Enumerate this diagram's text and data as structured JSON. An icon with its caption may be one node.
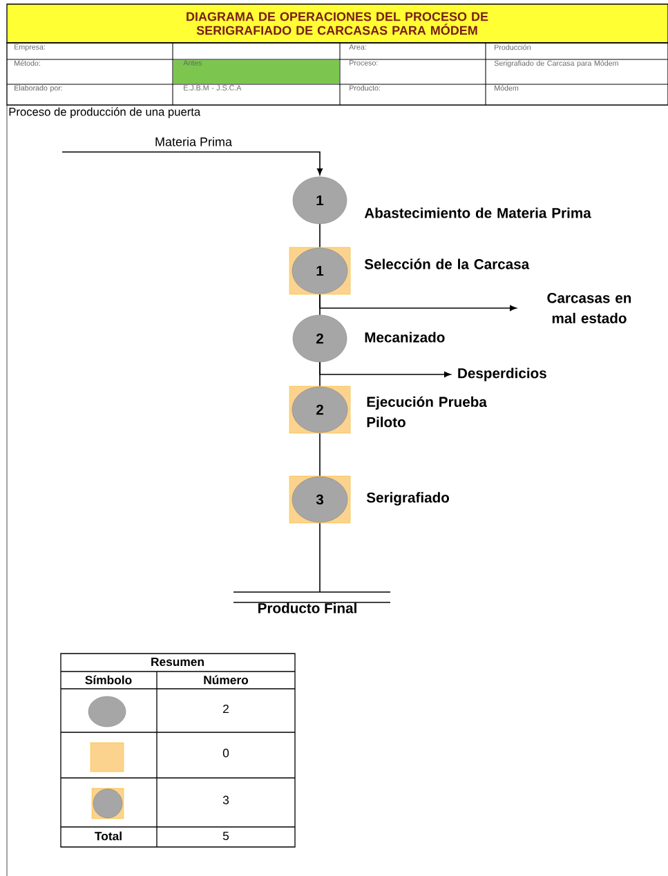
{
  "diagram": {
    "title": "DIAGRAMA DE OPERACIONES DEL PROCESO DE SERIGRAFIADO DE CARCASAS PARA MÓDEM",
    "nodes": [
      {
        "text": [
          "1"
        ],
        "beside": [
          "Abastecimiento de Materia Prima"
        ]
      },
      {
        "text": [
          "1"
        ],
        "beside": [
          "Selección de la Carcasa"
        ]
      },
      {
        "text": [
          "Carcasas en mal estado"
        ]
      },
      {
        "text": [
          "2"
        ],
        "beside": [
          "Mecanizado"
        ]
      },
      {
        "text": [
          "Desperdicios"
        ]
      },
      {
        "text": [
          "2"
        ],
        "beside": [
          "Ejecución Prueba Piloto"
        ]
      },
      {
        "text": [
          "3"
        ],
        "beside": [
          "Serigrafiado"
        ]
      },
      {
        "text": [
          "Producto Final"
        ]
      }
    ],
    "edges": [
      {
        "from": null,
        "to": 0,
        "arrow": "to",
        "label": "Materia Prima"
      },
      {
        "from": 0,
        "to": 1,
        "arrow": "none"
      },
      {
        "from": 1,
        "to": 3,
        "arrow": "none"
      },
      {
        "from": 1,
        "to": 2,
        "arrow": "to"
      },
      {
        "from": 3,
        "to": 5,
        "arrow": "none"
      },
      {
        "from": 3,
        "to": 4,
        "arrow": "to"
      },
      {
        "from": 5,
        "to": 6,
        "arrow": "none"
      },
      {
        "from": 6,
        "to": 7,
        "arrow": "none"
      }
    ],
    "labels": [
      "Empresa:",
      "Area:",
      "Producción",
      "Método:",
      "Antes",
      "Proceso:",
      "Serigrafiado de Carcasa para Módem",
      "Elaborado por:",
      "E.J.B.M - J.S.C.A",
      "Producto:",
      "Módem",
      "Proceso de producción de una puerta",
      "Resumen",
      "Símbolo",
      "Número",
      "2",
      "0",
      "3",
      "Total",
      "5"
    ]
  }
}
